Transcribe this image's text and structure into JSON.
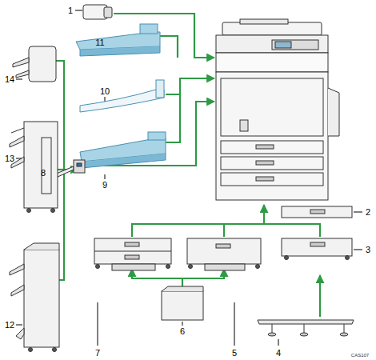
{
  "diagram": {
    "labels": [
      "1",
      "2",
      "3",
      "4",
      "5",
      "6",
      "7",
      "8",
      "9",
      "10",
      "11",
      "12",
      "13",
      "14",
      "CAS107"
    ]
  }
}
